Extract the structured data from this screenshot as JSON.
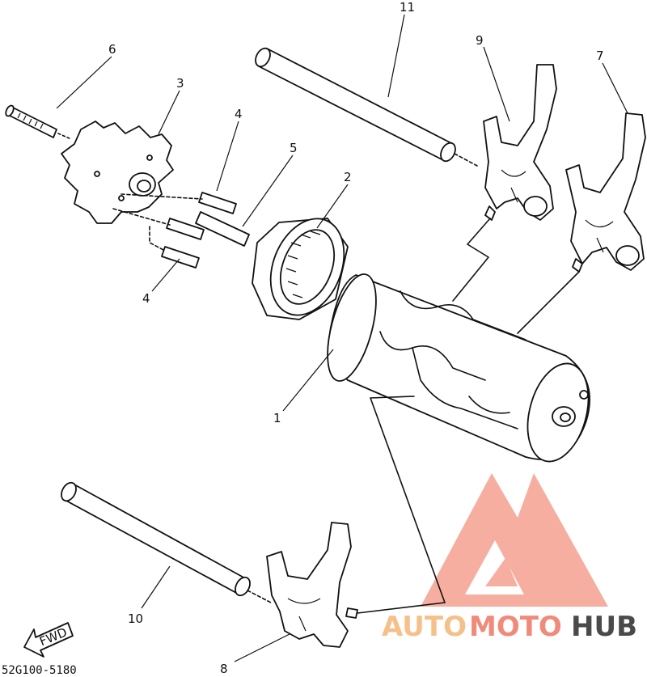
{
  "labels": {
    "p1": "1",
    "p2": "2",
    "p3": "3",
    "p4a": "4",
    "p4b": "4",
    "p5": "5",
    "p6": "6",
    "p7": "7",
    "p8": "8",
    "p9": "9",
    "p10": "10",
    "p11": "11"
  },
  "fwd": "FWD",
  "diagram_code": "52G100-5180",
  "watermark": {
    "auto": "AUTO",
    "moto": "MOTO",
    "hub": "HUB",
    "colors": {
      "primary": "#f08a7a",
      "accent": "#f5c08a",
      "dark": "#4a4a4a"
    }
  }
}
